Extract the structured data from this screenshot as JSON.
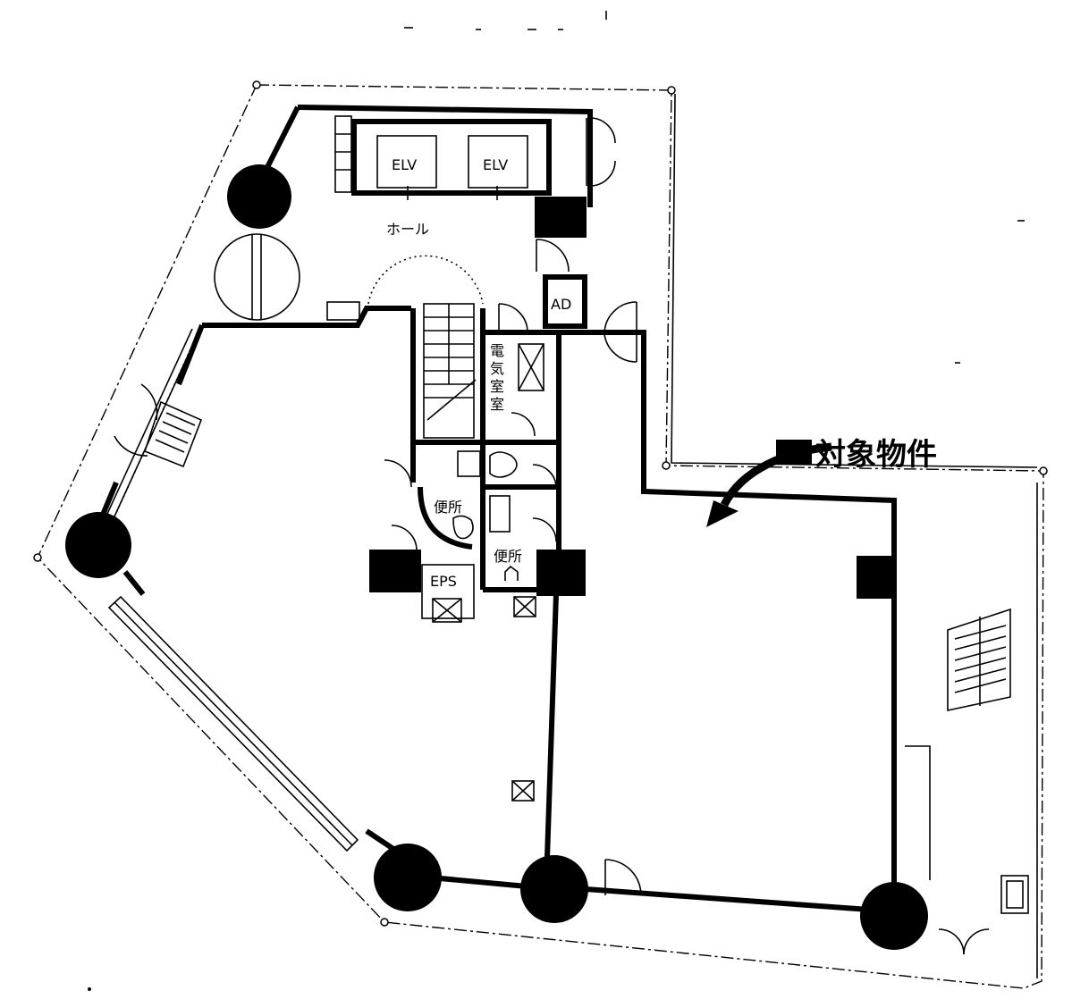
{
  "labels": {
    "elv_1": "ELV",
    "elv_2": "ELV",
    "hall": "ホール",
    "ad": "AD",
    "electric_room": [
      "電",
      "気",
      "室",
      "室"
    ],
    "toilet_1": "便所",
    "toilet_2": "便所",
    "eps": "EPS",
    "target": "対象物件"
  },
  "colors": {
    "ink": "#000000",
    "paper": "#ffffff"
  }
}
